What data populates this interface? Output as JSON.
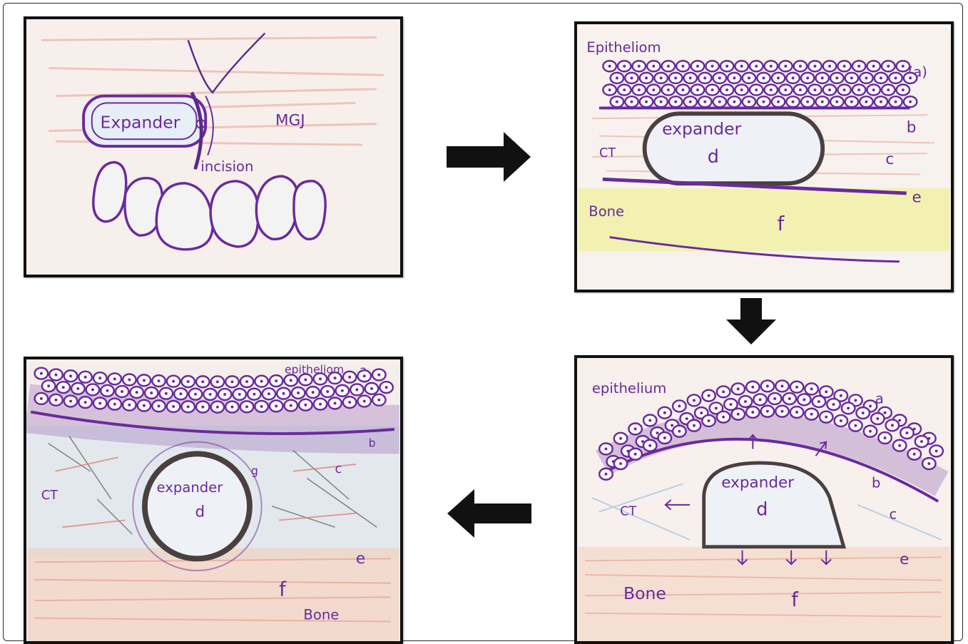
{
  "panels": {
    "incision": {
      "expander_label": "Expander",
      "mgj_label": "MGJ",
      "incision_label": "incision"
    },
    "initial": {
      "epithelium_label": "Epitheliom",
      "label_a": "(a)",
      "expander_label": "expander",
      "label_d": "d",
      "ct_label": "CT",
      "label_b": "b",
      "label_c": "c",
      "label_e": "e",
      "bone_label": "Bone",
      "label_f": "f"
    },
    "expanding": {
      "epithelium_label": "epithelium",
      "label_a": "a",
      "expander_label": "expander",
      "label_d": "d",
      "ct_label": "CT",
      "label_b": "b",
      "label_c": "c",
      "label_e": "e",
      "bone_label": "Bone",
      "label_f": "f"
    },
    "final": {
      "epithelium_label": "epitheliom",
      "label_a": "a",
      "label_b": "b",
      "label_c": "c",
      "label_g": "g",
      "ct_label": "CT",
      "expander_label": "expander",
      "label_d": "d",
      "label_e": "e",
      "label_f": "f",
      "bone_label": "Bone"
    }
  },
  "colors": {
    "ink": "#6a2a9c",
    "arrow": "#111111",
    "ct_red": "#e0957e",
    "ct_blue": "#9fc2e0",
    "bone_yellow": "#eef08a",
    "bone_orange": "#e2a98c",
    "paper": "#f7f1ee"
  }
}
